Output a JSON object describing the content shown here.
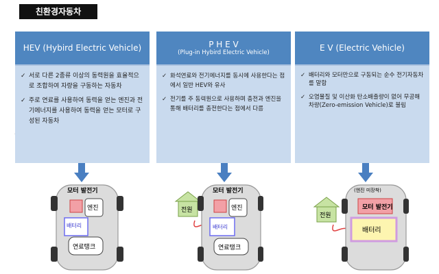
{
  "page_title": "친환경자동차",
  "columns": [
    {
      "title": "HEV (Hybird Electric Vehicle)",
      "subtitle": "",
      "bullets": [
        "서로 다른 2종류 이상의 동력원을 효율적으로 조합하여 자량을 구동하는 자동차",
        "주로 연료를 사용하여 동력을 얻는 엔진과 전기에너지를 사용하여 동력을 얻는 모터로 구성된 자동차"
      ],
      "car": {
        "motor": "모터 발전기",
        "engine": "엔진",
        "battery": "배터리",
        "tank": "연료탱크"
      }
    },
    {
      "title": "P H E V",
      "subtitle": "(Plug-in Hybird Electric Vehicle)",
      "bullets": [
        "화석연료와 전기에너지를 동시에 사용한다는 점에서 일반 HEV와 유사",
        "전기를 주 동력원으로 사용하며 충전과 엔진을 통해 배터리를 충전한다는 점에서 다름"
      ],
      "car": {
        "motor": "모터 발전기",
        "engine": "엔진",
        "battery": "배터리",
        "tank": "연료탱크",
        "power": "전원"
      }
    },
    {
      "title": "E V (Electric Vehicle)",
      "subtitle": "",
      "bullets": [
        "배터리와 모터만으로 구동되는 순수 전기자동차를 말함",
        "오염물질 및 이산화 탄소배출량이 없어 무공해차량(Zero-emission Vehicle)로 불림"
      ],
      "car": {
        "note": "(엔진 미장착)",
        "motor": "모터 발전기",
        "battery": "배터리",
        "power": "전원"
      }
    }
  ],
  "colors": {
    "header": "#4f86c0",
    "body": "#c9daee",
    "arrow": "#4a7fc1",
    "motor": "#f2a0a6",
    "battery": "#d09be0"
  }
}
